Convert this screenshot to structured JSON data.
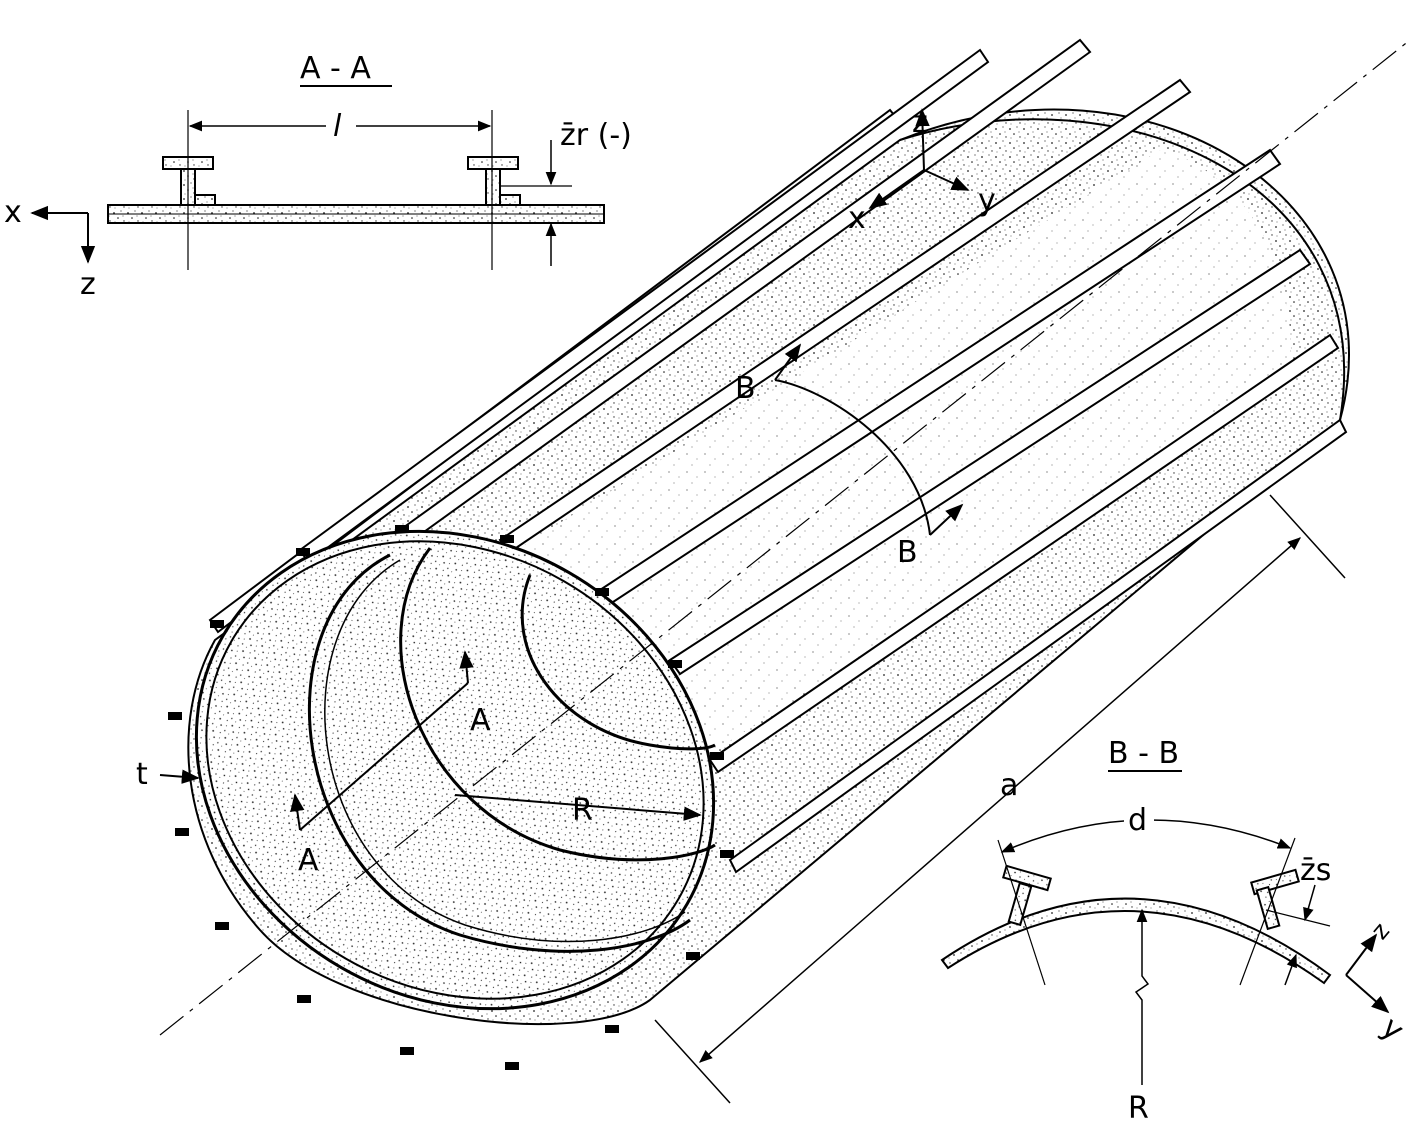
{
  "section_aa": {
    "title": "A - A",
    "spacing": "l",
    "offset": "z̄r (-)",
    "axis_x": "x",
    "axis_z": "z"
  },
  "section_bb": {
    "title": "B - B",
    "spacing": "d",
    "offset": "z̄s",
    "radius": "R",
    "axis_y": "y",
    "axis_z": "z"
  },
  "cylinder": {
    "axis_x": "x",
    "axis_y": "y",
    "axis_z": "z",
    "cut_b_top": "B",
    "cut_b_bottom": "B",
    "cut_a_top": "A",
    "cut_a_bottom": "A",
    "thickness": "t",
    "radius": "R",
    "length": "a"
  },
  "colors": {
    "ink": "#000000",
    "paper": "#ffffff",
    "speckle": "#e8e8e8"
  }
}
